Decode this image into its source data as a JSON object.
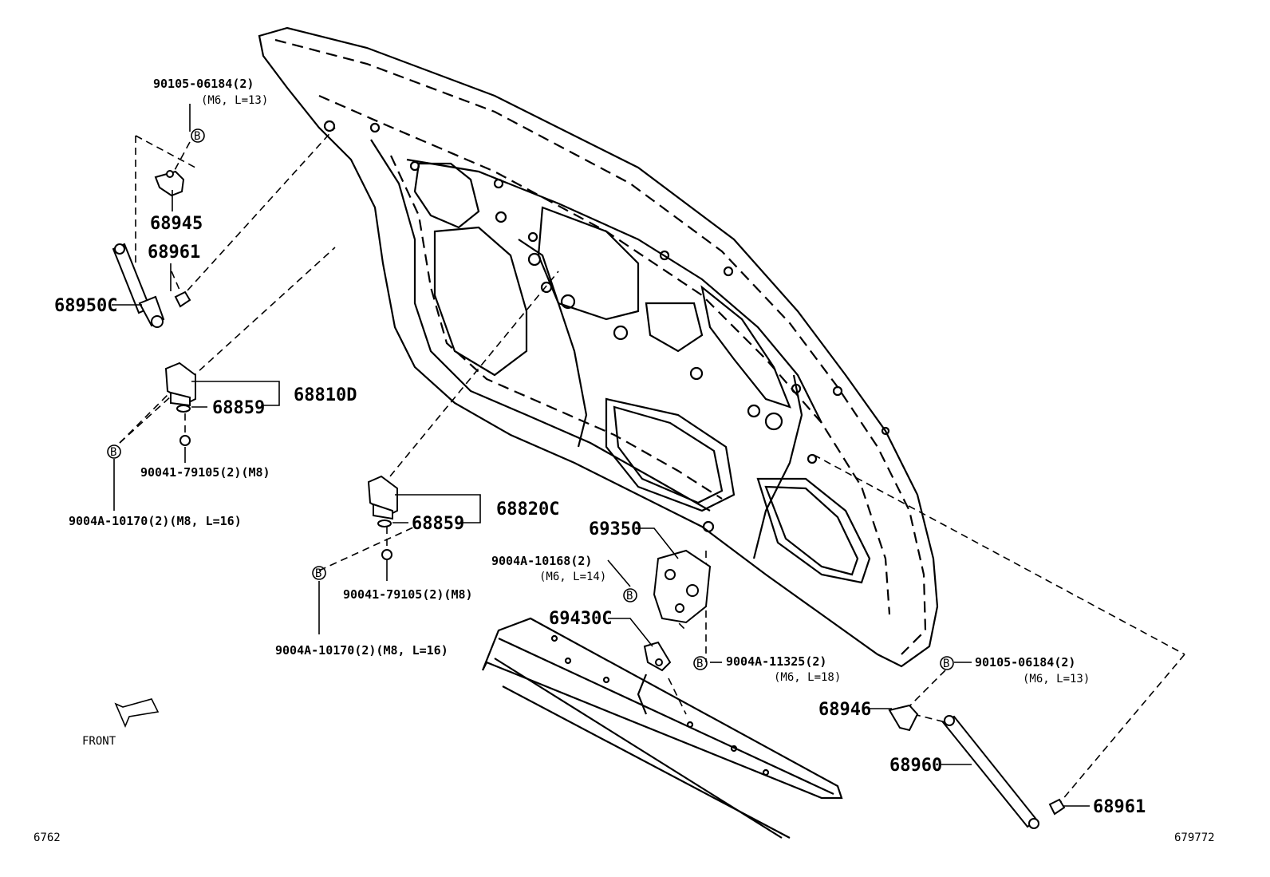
{
  "labels": {
    "bolt_hinge_l": "90105-06184(2)",
    "bolt_hinge_l_spec": "(M6, L=13)",
    "p68945": "68945",
    "p68961_l": "68961",
    "p68950c": "68950C",
    "p68810d": "68810D",
    "p68859_a": "68859",
    "nut_a": "90041-79105(2)(M8)",
    "bolt_a": "9004A-10170(2)(M8, L=16)",
    "p68820c": "68820C",
    "p68859_b": "68859",
    "nut_b": "90041-79105(2)(M8)",
    "bolt_b": "9004A-10170(2)(M8, L=16)",
    "p69350": "69350",
    "bolt_lock": "9004A-10168(2)",
    "bolt_lock_spec": "(M6, L=14)",
    "p69430c": "69430C",
    "bolt_lock2": "9004A-11325(2)",
    "bolt_lock2_spec": "(M6, L=18)",
    "bolt_hinge_r": "90105-06184(2)",
    "bolt_hinge_r_spec": "(M6, L=13)",
    "p68946": "68946",
    "p68960": "68960",
    "p68961_r": "68961",
    "front": "FRONT",
    "code_left": "6762",
    "code_right": "679772",
    "ref_b": "B"
  }
}
